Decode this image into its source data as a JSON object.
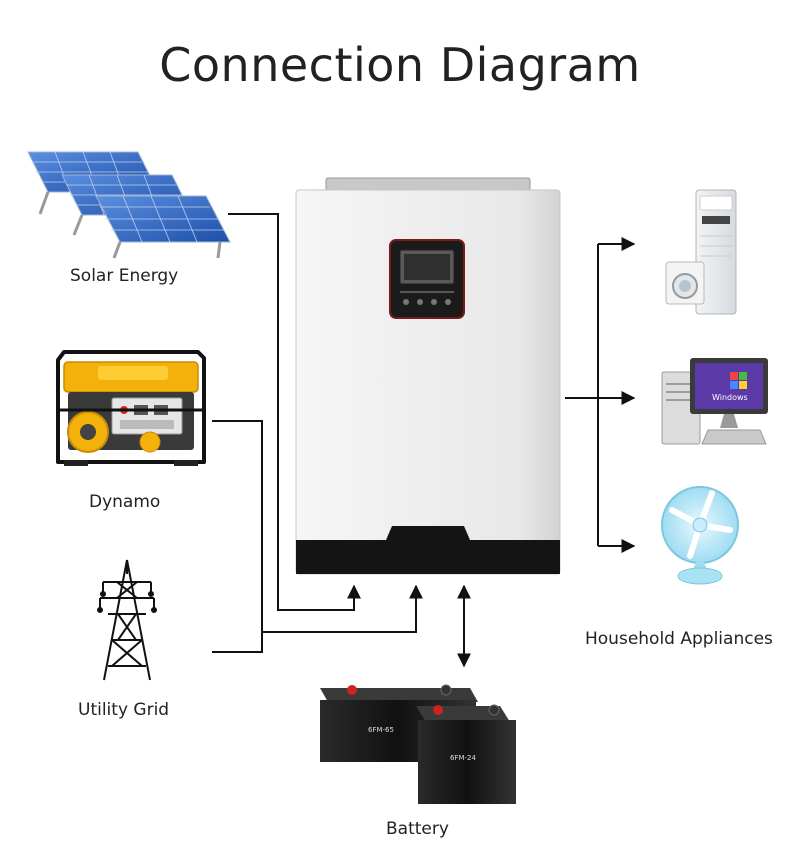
{
  "title": "Connection Diagram",
  "sources": {
    "solar": "Solar Energy",
    "dynamo": "Dynamo",
    "grid": "Utility Grid"
  },
  "battery": {
    "label": "Battery",
    "unit_large": "6FM-65",
    "unit_small": "6FM-24"
  },
  "appliances": {
    "label": "Household Appliances",
    "computer_screen_text": "Windows"
  }
}
